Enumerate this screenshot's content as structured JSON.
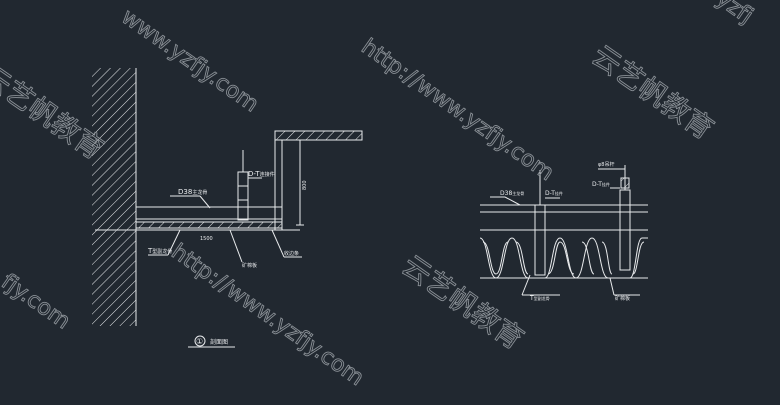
{
  "colors": {
    "background": "#212830",
    "line": "#e8eaec",
    "watermark": "#8a9096"
  },
  "left_detail": {
    "label_d38": "D38",
    "label_d38_note": "主龙骨",
    "label_dt": "D-T",
    "label_dt_note": "连接件",
    "label_t_keel": "T",
    "label_t_keel_note": "型副龙骨",
    "label_board": "矿棉板",
    "label_edge": "收边条",
    "dim_span": "1500",
    "dim_height": "800",
    "section_number": "①",
    "section_title": "剖面图"
  },
  "right_detail": {
    "label_hanger": "φ8吊杆",
    "label_d38": "D38",
    "label_d38_note": "主龙骨",
    "label_dt_1": "D-T",
    "label_dt_1_note": "挂件",
    "label_dt_2": "D-T",
    "label_dt_2_note": "挂件",
    "label_t_keel": "T",
    "label_t_keel_note": "型副龙骨",
    "label_board": "矿棉板"
  },
  "watermarks": {
    "url": "http://www.yzfjy.com",
    "url_short": "www.yzfjy.com",
    "url_tail": "fjy.com",
    "url_corner": "yzfj",
    "brand": "云艺帆教育"
  }
}
